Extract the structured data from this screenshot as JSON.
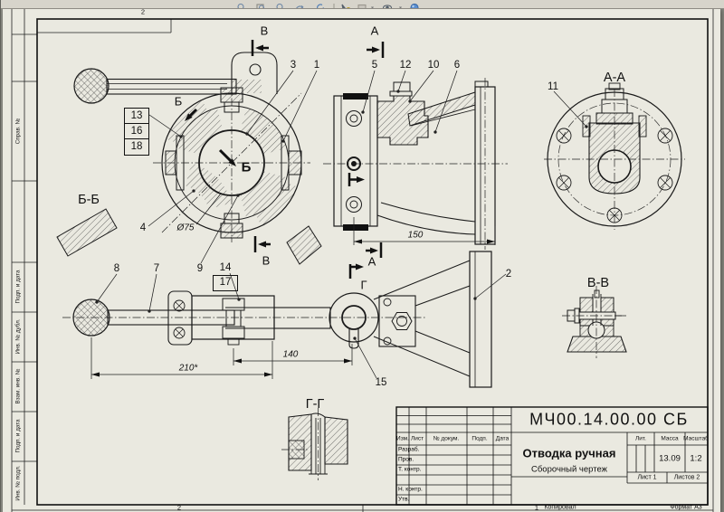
{
  "toolbar": {
    "icons": [
      "zoom-in-icon",
      "zoom-window-icon",
      "zoom-selected-icon",
      "rotate-view-icon",
      "refresh-icon",
      "markup-pointer-icon",
      "layers-icon",
      "dropdown-icon",
      "visibility-eye-icon",
      "dropdown-icon",
      "shaded-sphere-icon"
    ]
  },
  "sheet": {
    "zone_top": "2",
    "zone_bottom_left": "2",
    "zone_bottom_right": "1",
    "copied": "Копировал",
    "format": "Формат А3",
    "margin": {
      "sprav": "Справ. №",
      "podp_upper": "Подп. и дата",
      "inv_dubl": "Инв. № дубл.",
      "vzam": "Взам. инв. №",
      "podp_lower": "Подп. и дата",
      "inv_podl": "Инв. № подл."
    }
  },
  "views": {
    "label_aa": "А-А",
    "label_bb": "Б-Б",
    "label_vv": "В-В",
    "label_gg": "Г-Г",
    "letter_a": "А",
    "letter_b": "Б",
    "letter_v": "В",
    "letter_g": "Г"
  },
  "dims": {
    "d150": "150",
    "d140": "140",
    "d210": "210*",
    "dia75": "Ø75"
  },
  "balloons": {
    "n1": "1",
    "n2": "2",
    "n3": "3",
    "n4": "4",
    "n5": "5",
    "n6": "6",
    "n7": "7",
    "n8": "8",
    "n9": "9",
    "n10": "10",
    "n11": "11",
    "n12": "12",
    "n13": "13",
    "n14": "14",
    "n15": "15",
    "n16": "16",
    "n17": "17",
    "n18": "18"
  },
  "title_block": {
    "designation": "МЧ00.14.00.00 СБ",
    "name": "Отводка ручная",
    "doc_type": "Сборочный чертеж",
    "mass_value": "13.09",
    "scale_value": "1:2",
    "col_izm": "Изм.",
    "col_list": "Лист",
    "col_doc": "№ докум.",
    "col_podp": "Подп.",
    "col_data": "Дата",
    "row_razrab": "Разраб.",
    "row_prov": "Пров.",
    "row_tkontr": "Т. контр.",
    "row_nkontr": "Н. контр.",
    "row_utv": "Утв.",
    "lit_label": "Лит.",
    "mass_label": "Масса",
    "scale_label": "Масштаб",
    "sheet_no": "Лист 1",
    "sheets_total": "Листов 2"
  }
}
